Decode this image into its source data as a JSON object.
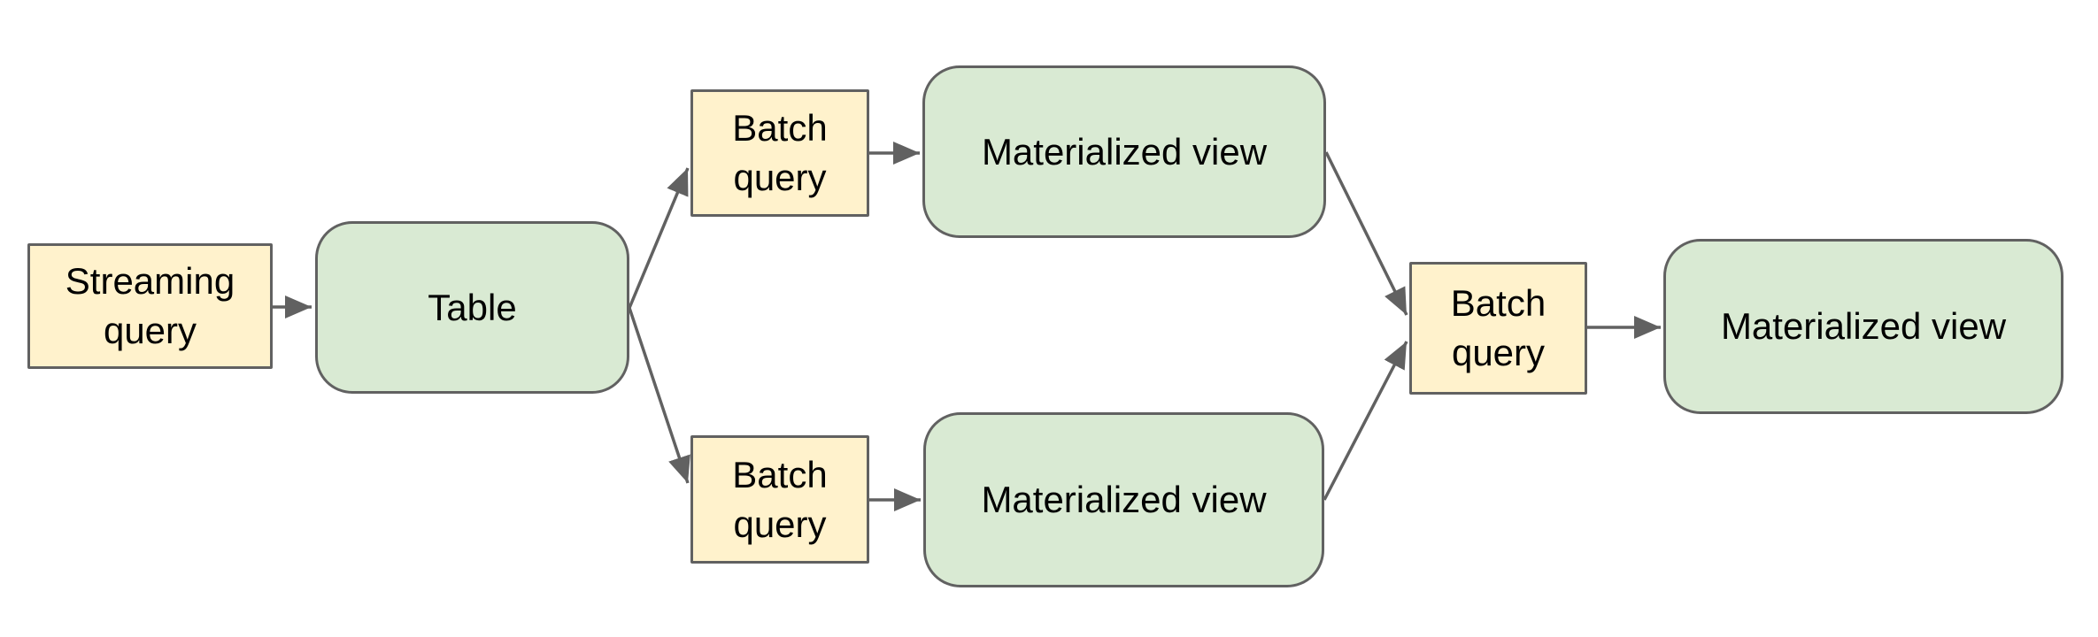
{
  "diagram": {
    "background": "#ffffff",
    "colors": {
      "query_fill": "#fff2cc",
      "storage_fill": "#d9ead3",
      "border": "#616161",
      "connector": "#616161",
      "text": "#000000"
    },
    "nodes": {
      "streaming_query": {
        "label": "Streaming query",
        "kind": "query"
      },
      "table": {
        "label": "Table",
        "kind": "storage"
      },
      "batch_query_top": {
        "label": "Batch query",
        "kind": "query"
      },
      "materialized_view_top": {
        "label": "Materialized view",
        "kind": "storage"
      },
      "batch_query_bottom": {
        "label": "Batch query",
        "kind": "query"
      },
      "materialized_view_bottom": {
        "label": "Materialized view",
        "kind": "storage"
      },
      "batch_query_right": {
        "label": "Batch query",
        "kind": "query"
      },
      "materialized_view_final": {
        "label": "Materialized view",
        "kind": "storage"
      }
    },
    "edges": [
      {
        "from": "streaming_query",
        "to": "table"
      },
      {
        "from": "table",
        "to": "batch_query_top"
      },
      {
        "from": "table",
        "to": "batch_query_bottom"
      },
      {
        "from": "batch_query_top",
        "to": "materialized_view_top"
      },
      {
        "from": "batch_query_bottom",
        "to": "materialized_view_bottom"
      },
      {
        "from": "materialized_view_top",
        "to": "batch_query_right"
      },
      {
        "from": "materialized_view_bottom",
        "to": "batch_query_right"
      },
      {
        "from": "batch_query_right",
        "to": "materialized_view_final"
      }
    ]
  }
}
